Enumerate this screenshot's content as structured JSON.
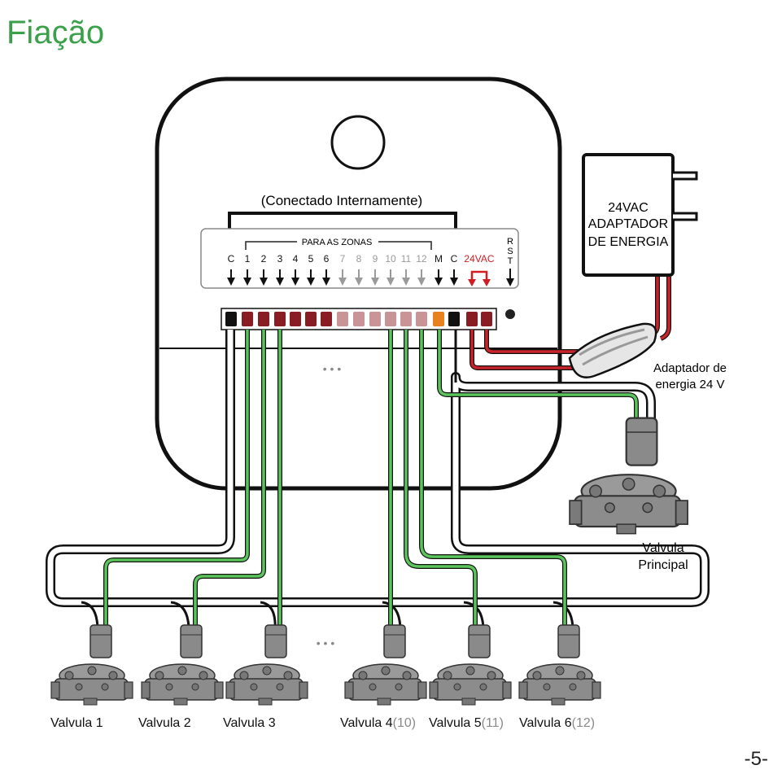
{
  "title": "Fiação",
  "page_number": "-5-",
  "controller": {
    "internal_label": "(Conectado Internamente)",
    "zones_label": "PARA AS ZONAS",
    "terminal_labels": [
      "C",
      "1",
      "2",
      "3",
      "4",
      "5",
      "6",
      "7",
      "8",
      "9",
      "10",
      "11",
      "12",
      "M",
      "C",
      "24VAC"
    ],
    "rst_label": [
      "R",
      "S",
      "T"
    ],
    "ellipsis": "• • •"
  },
  "adapter": {
    "line1": "24VAC",
    "line2": "ADAPTADOR",
    "line3": "DE ENERGIA",
    "caption_line1": "Adaptador de",
    "caption_line2": "energia 24 V"
  },
  "master_valve": {
    "line1": "Valvula",
    "line2": "Principal"
  },
  "valves": [
    {
      "label": "Valvula 1",
      "extra": ""
    },
    {
      "label": "Valvula 2",
      "extra": ""
    },
    {
      "label": "Valvula 3",
      "extra": ""
    },
    {
      "label": "Valvula 4",
      "extra": "(10)"
    },
    {
      "label": "Valvula 5",
      "extra": "(11)"
    },
    {
      "label": "Valvula 6",
      "extra": "(12)"
    }
  ],
  "valves_ellipsis": "• • •",
  "colors": {
    "title_green": "#3aa14a",
    "wire_green": "#5cc45c",
    "wire_red": "#c8242c",
    "terminal_dark": "#8a1c24",
    "terminal_light": "#c89496",
    "terminal_orange": "#e8821e",
    "label_red": "#d01c22"
  }
}
